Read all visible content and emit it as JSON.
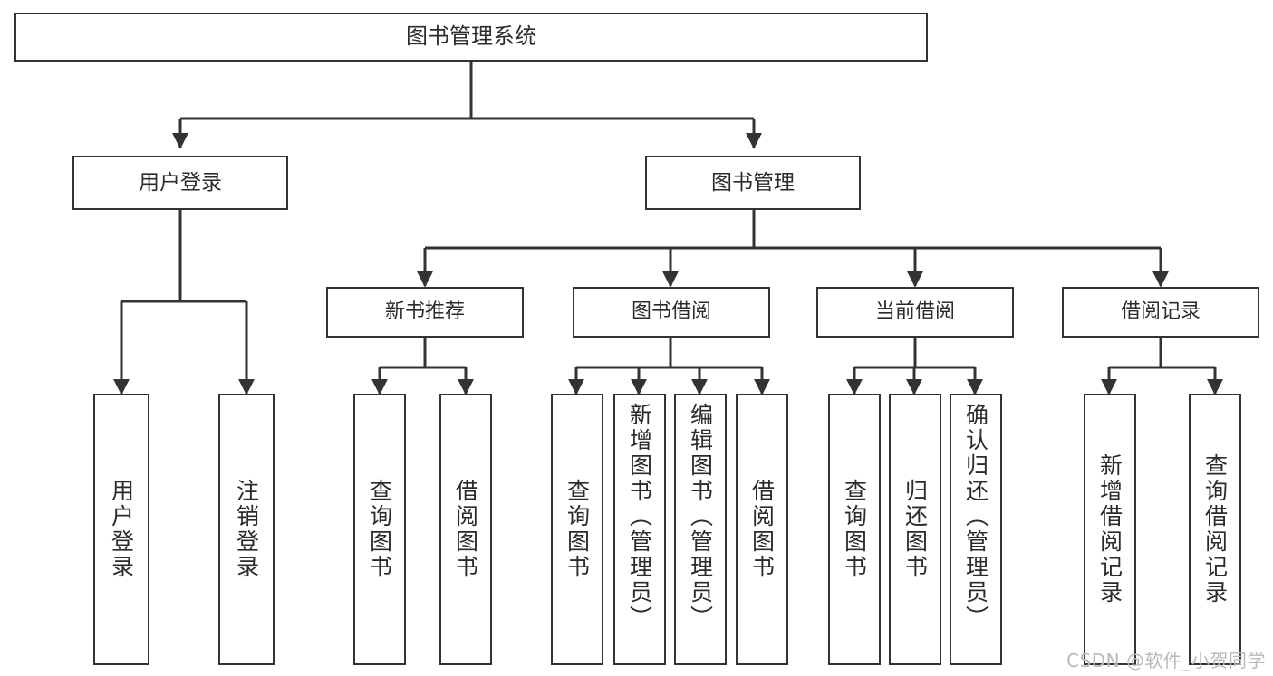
{
  "diagram": {
    "type": "tree-hierarchy",
    "title": "图书管理系统",
    "watermark": "CSDN @软件_小贺同学",
    "colors": {
      "background": "#ffffff",
      "stroke": "#333333",
      "text": "#2b2b2b",
      "watermark": "#b9b9b9"
    },
    "nodes": {
      "root": {
        "label": "图书管理系统"
      },
      "level1": [
        {
          "label": "用户登录"
        },
        {
          "label": "图书管理"
        }
      ],
      "level2": [
        {
          "label": "新书推荐"
        },
        {
          "label": "图书借阅"
        },
        {
          "label": "当前借阅"
        },
        {
          "label": "借阅记录"
        }
      ],
      "leaves": {
        "user_login": [
          {
            "label": "用户登录"
          },
          {
            "label": "注销登录"
          }
        ],
        "new_book_recommend": [
          {
            "label": "查询图书"
          },
          {
            "label": "借阅图书"
          }
        ],
        "book_borrow": [
          {
            "label": "查询图书"
          },
          {
            "label": "新增图书（管理员）"
          },
          {
            "label": "编辑图书（管理员）"
          },
          {
            "label": "借阅图书"
          }
        ],
        "current_borrow": [
          {
            "label": "查询图书"
          },
          {
            "label": "归还图书"
          },
          {
            "label": "确认归还（管理员）"
          }
        ],
        "borrow_record": [
          {
            "label": "新增借阅记录"
          },
          {
            "label": "查询借阅记录"
          }
        ]
      }
    }
  }
}
